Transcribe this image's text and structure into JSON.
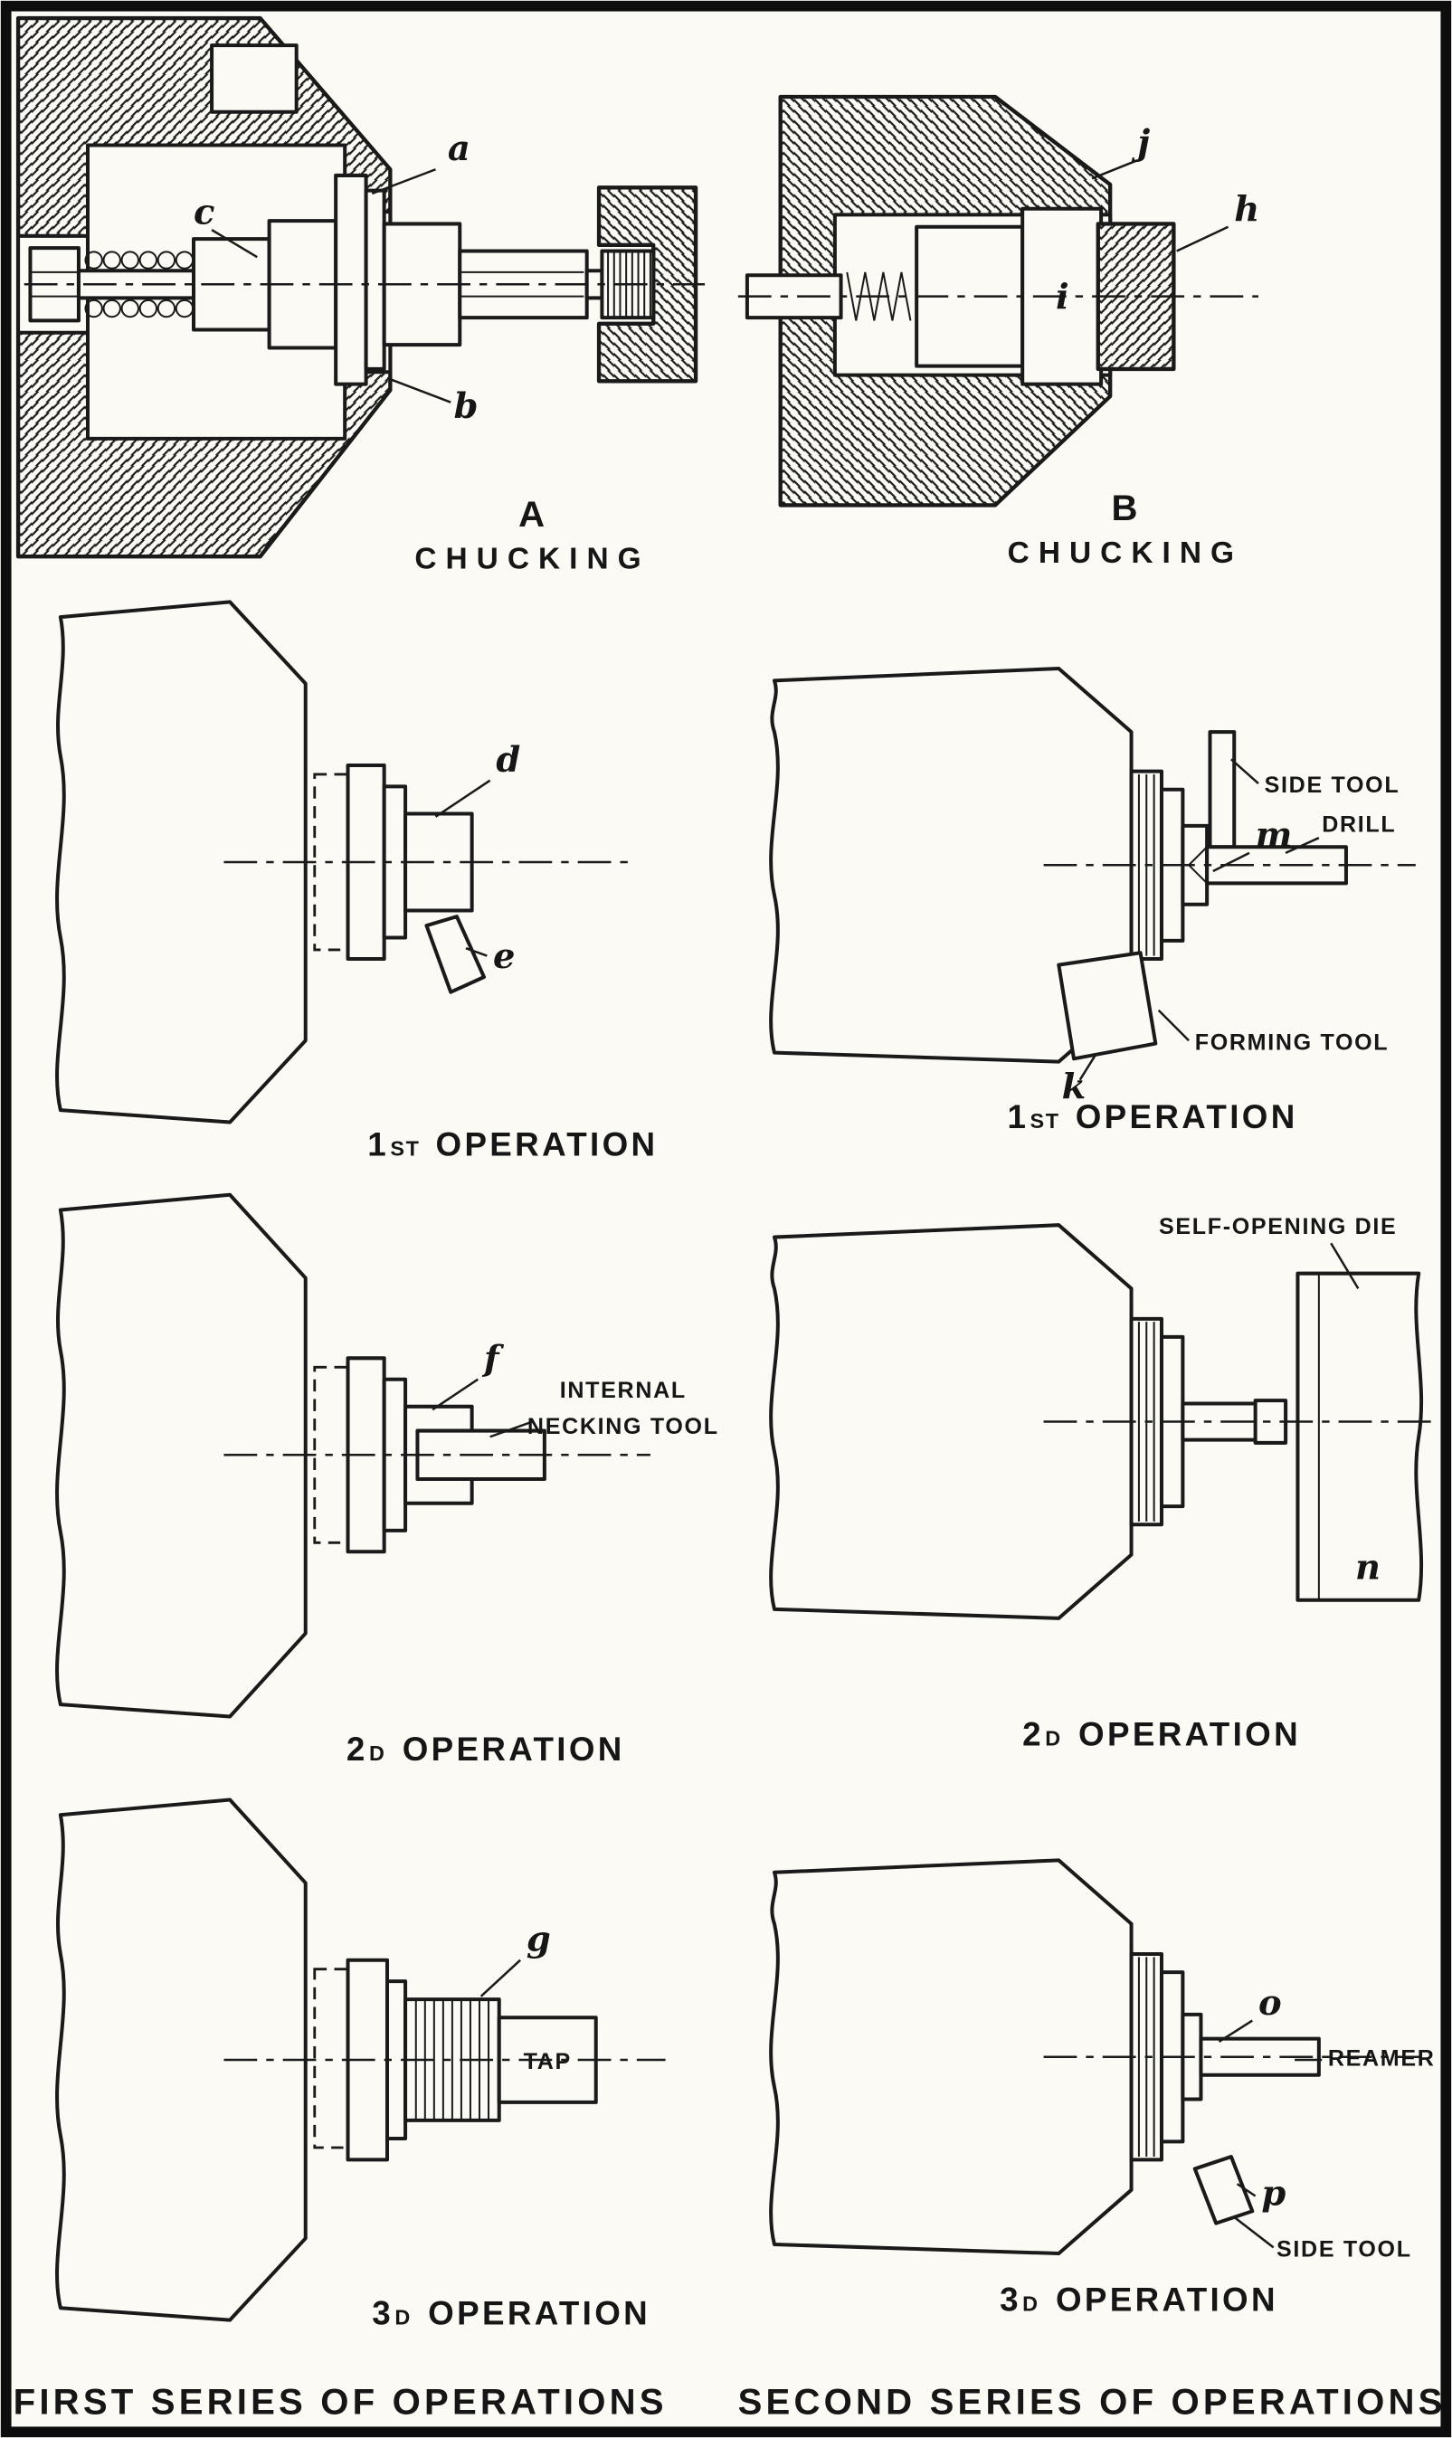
{
  "figure": {
    "chucking_a": {
      "letter": "A",
      "caption": "CHUCKING",
      "labels": {
        "a": "a",
        "b": "b",
        "c": "c"
      }
    },
    "chucking_b": {
      "letter": "B",
      "caption": "CHUCKING",
      "labels": {
        "j": "j",
        "h": "h",
        "i": "i"
      }
    },
    "first_series": {
      "title": "FIRST SERIES OF OPERATIONS",
      "op1": {
        "num": "1",
        "ord": "ST",
        "word": "OPERATION",
        "labels": {
          "d": "d",
          "e": "e"
        }
      },
      "op2": {
        "num": "2",
        "ord": "D",
        "word": "OPERATION",
        "labels": {
          "f": "f"
        },
        "tool_line1": "INTERNAL",
        "tool_line2": "NECKING TOOL"
      },
      "op3": {
        "num": "3",
        "ord": "D",
        "word": "OPERATION",
        "labels": {
          "g": "g"
        },
        "tap": "TAP"
      }
    },
    "second_series": {
      "title": "SECOND SERIES OF OPERATIONS",
      "op1": {
        "num": "1",
        "ord": "ST",
        "word": "OPERATION",
        "labels": {
          "m": "m",
          "k": "k"
        },
        "side_tool": "SIDE TOOL",
        "drill": "DRILL",
        "forming_tool": "FORMING TOOL"
      },
      "op2": {
        "num": "2",
        "ord": "D",
        "word": "OPERATION",
        "labels": {
          "n": "n"
        },
        "die": "SELF-OPENING DIE"
      },
      "op3": {
        "num": "3",
        "ord": "D",
        "word": "OPERATION",
        "labels": {
          "o": "o",
          "p": "p"
        },
        "reamer": "REAMER",
        "side_tool": "SIDE TOOL"
      }
    }
  }
}
